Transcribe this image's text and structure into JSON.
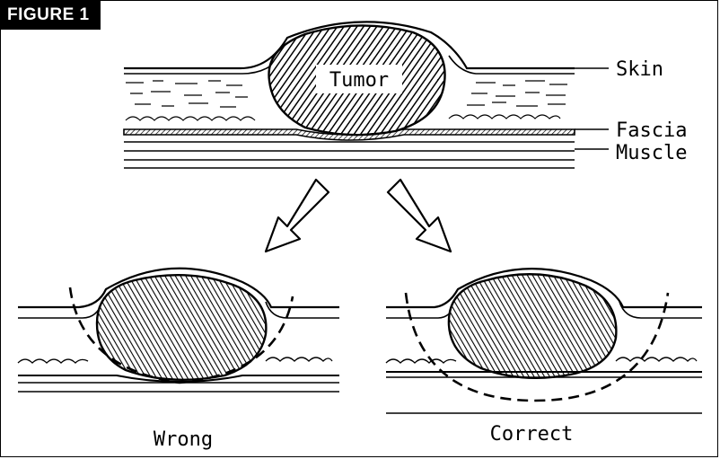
{
  "figure_tag": "FIGURE 1",
  "labels": {
    "tumor": "Tumor",
    "skin": "Skin",
    "fascia": "Fascia",
    "muscle": "Muscle",
    "wrong": "Wrong",
    "correct": "Correct"
  }
}
